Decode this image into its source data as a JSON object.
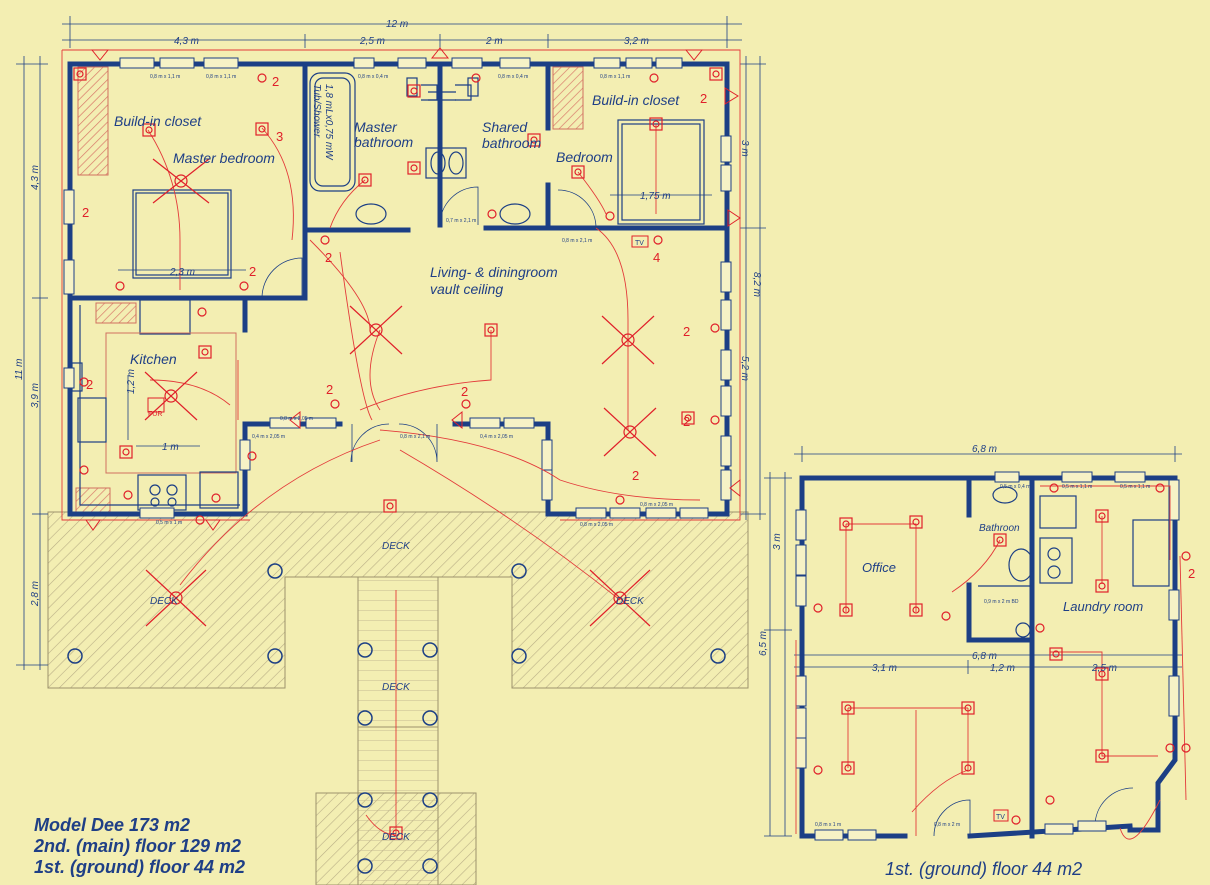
{
  "title_block": {
    "model": "Model Dee 173 m2",
    "main_floor": "2nd. (main) floor 129 m2",
    "ground_floor": "1st. (ground) floor 44 m2"
  },
  "ground_plan_title": "1st. (ground) floor 44 m2",
  "rooms": {
    "closet_left": "Build-in closet",
    "master_bedroom": "Master bedroom",
    "master_bathroom_1": "Master",
    "master_bathroom_2": "bathroom",
    "shared_bathroom_1": "Shared",
    "shared_bathroom_2": "bathroom",
    "bedroom": "Bedroom",
    "closet_right": "Build-in closet",
    "living_1": "Living- & diningroom",
    "living_2": "vault ceiling",
    "kitchen": "Kitchen",
    "deck_main": "DECK",
    "deck_left": "DECK",
    "deck_right": "DECK",
    "deck_stair1": "DECK",
    "deck_stair2": "DECK",
    "office": "Office",
    "bathroom_ground": "Bathroon",
    "laundry": "Laundry room",
    "tub": "Tub/Shower",
    "tub_size": "1,8 mLx0,75 mW",
    "fur": "FUR",
    "tv1": "TV",
    "tv2": "TV"
  },
  "dimensions": {
    "total_width": "12 m",
    "seg1": "4,3 m",
    "seg2": "2,5 m",
    "seg3": "2 m",
    "seg4": "3,2 m",
    "left_43": "4,3 m",
    "left_11": "11 m",
    "left_39": "3,9 m",
    "left_28": "2,8 m",
    "right_3": "3 m",
    "right_82": "8,2 m",
    "right_52": "5,2 m",
    "bed1": "2,3 m",
    "bed2": "1,75 m",
    "kitchen_12": "1,2 m",
    "kitchen_1": "1 m",
    "g_width": "6,8 m",
    "g_width2": "6,8 m",
    "g_31": "3,1 m",
    "g_12": "1,2 m",
    "g_25": "2,5 m",
    "g_left3": "3 m",
    "g_right65": "6,5 m"
  },
  "window_sizes": {
    "w1": "0,8 m x 1,1 m",
    "w2": "0,8 m x 0,4 m",
    "w3": "0,8 m x 2,05 m",
    "w4": "0,4 m x 2,05 m",
    "w5": "0,8 m x 1 m",
    "w6": "0,7 m x 2,1 m",
    "w7": "0,8 m x 2,1 m",
    "w8": "0,5 m x 1 m",
    "w9": "0,8 m x 2 m",
    "w10": "0,9 m x 2 m BD",
    "w11": "0,5 m x 1,1 m",
    "w12": "0,5 m x 0,4 m"
  },
  "circuit_labels": [
    "2",
    "3",
    "2",
    "2",
    "2",
    "2",
    "4",
    "2",
    "2",
    "2",
    "2",
    "2",
    "2",
    "2"
  ],
  "colors": {
    "background": "#f3eeb2",
    "walls": "#1c3f85",
    "electrical": "#e0202a",
    "text": "#1f3f86"
  }
}
